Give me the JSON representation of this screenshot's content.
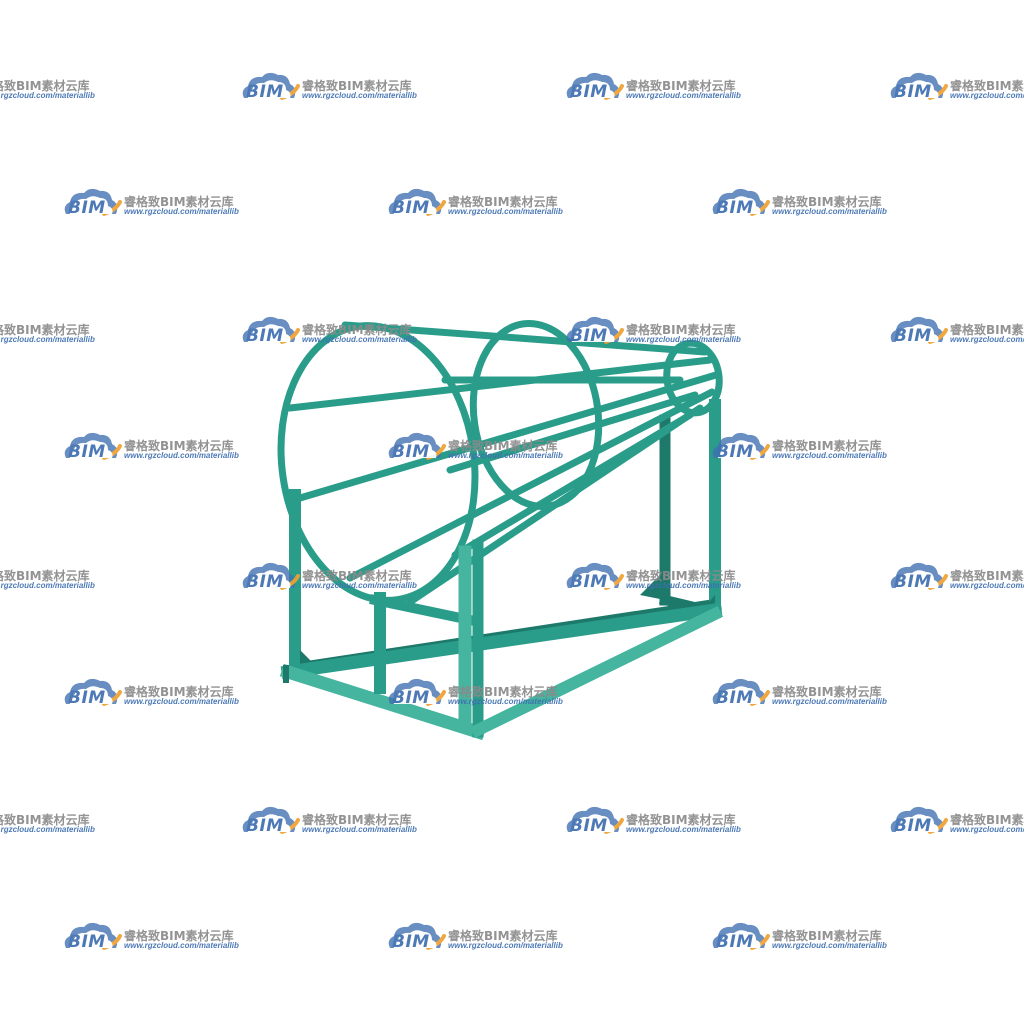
{
  "watermark": {
    "brand": "BIM",
    "title": "睿格致BIM素材云库",
    "url": "www.rgzcloud.com/materiallib",
    "colors": {
      "cloud_blue": "#3e6fb0",
      "cloud_orange": "#f0a030",
      "title_gray": "#8a8a8a"
    }
  },
  "model": {
    "subject": "steel-rebar-cage-on-support-frame",
    "colors": {
      "steel_green": "#2a9d8a",
      "steel_green_dark": "#1d7a6b",
      "steel_green_light": "#45b5a0"
    }
  }
}
